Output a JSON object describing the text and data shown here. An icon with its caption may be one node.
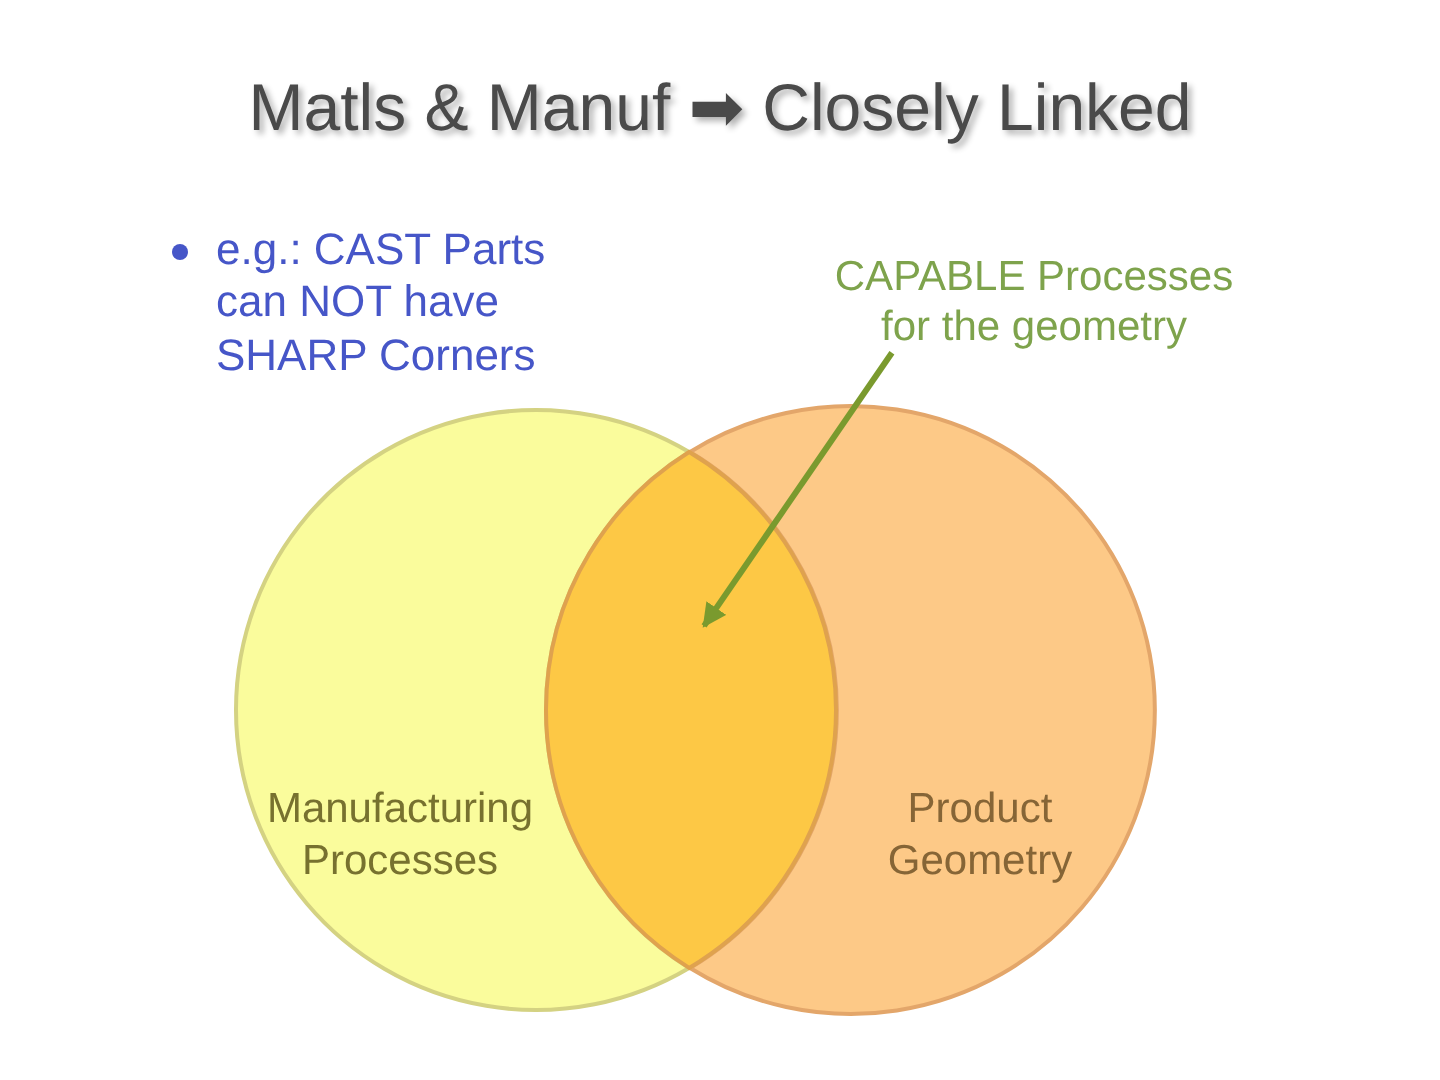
{
  "diagram": {
    "title": "Matls & Manuf ➡ Closely Linked",
    "nodes": [
      {
        "text": [
          "Manufacturing Processes"
        ]
      },
      {
        "text": [
          "Product Geometry"
        ]
      },
      {
        "text": [
          "CAPABLE Processes for the geometry"
        ]
      },
      {
        "text": [],
        "shape": "lens"
      }
    ],
    "edges": [
      {
        "from": 2,
        "to": 3,
        "arrow": "to"
      }
    ],
    "labels": [
      "e.g.: CAST Parts can NOT have SHARP Corners"
    ]
  }
}
